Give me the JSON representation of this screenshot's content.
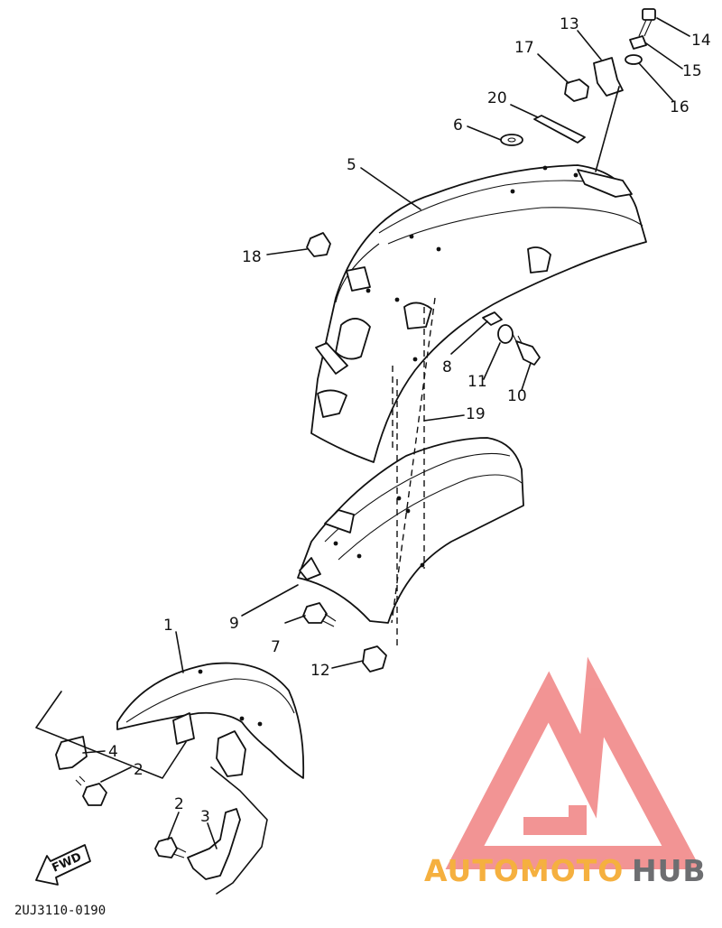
{
  "callouts": {
    "c1": "1",
    "c2a": "2",
    "c2b": "2",
    "c3": "3",
    "c4": "4",
    "c5": "5",
    "c6": "6",
    "c7": "7",
    "c8": "8",
    "c9": "9",
    "c10": "10",
    "c11": "11",
    "c12": "12",
    "c13": "13",
    "c14": "14",
    "c15": "15",
    "c16": "16",
    "c17": "17",
    "c18": "18",
    "c19": "19",
    "c20": "20"
  },
  "fwd_label": "FWD",
  "diagram_code": "2UJ3110-0190",
  "watermark": {
    "word_1": "AUTOMOTO",
    "word_2": "HUB",
    "colors": {
      "logo": "#f08282",
      "accent": "#f5b03f",
      "text": "#6d6e71"
    }
  }
}
